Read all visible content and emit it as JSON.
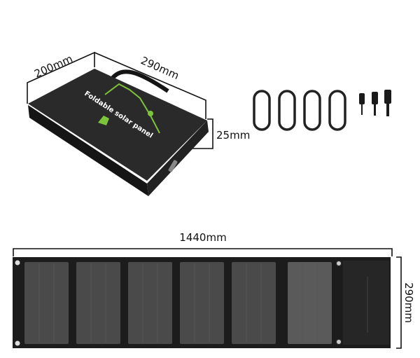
{
  "bag": {
    "logo_text": "Foldable solar panel",
    "width_label": "200mm",
    "length_label": "290mm",
    "thickness_label": "25mm"
  },
  "panel": {
    "length_label": "1440mm",
    "height_label": "290mm",
    "cell_count": 6
  },
  "accessories": {
    "carabiner_count": 4,
    "connector_count": 3
  },
  "colors": {
    "fabric": "#1c1c1c",
    "cell": "#4a4a4a",
    "logo_green": "#7cc43a"
  }
}
